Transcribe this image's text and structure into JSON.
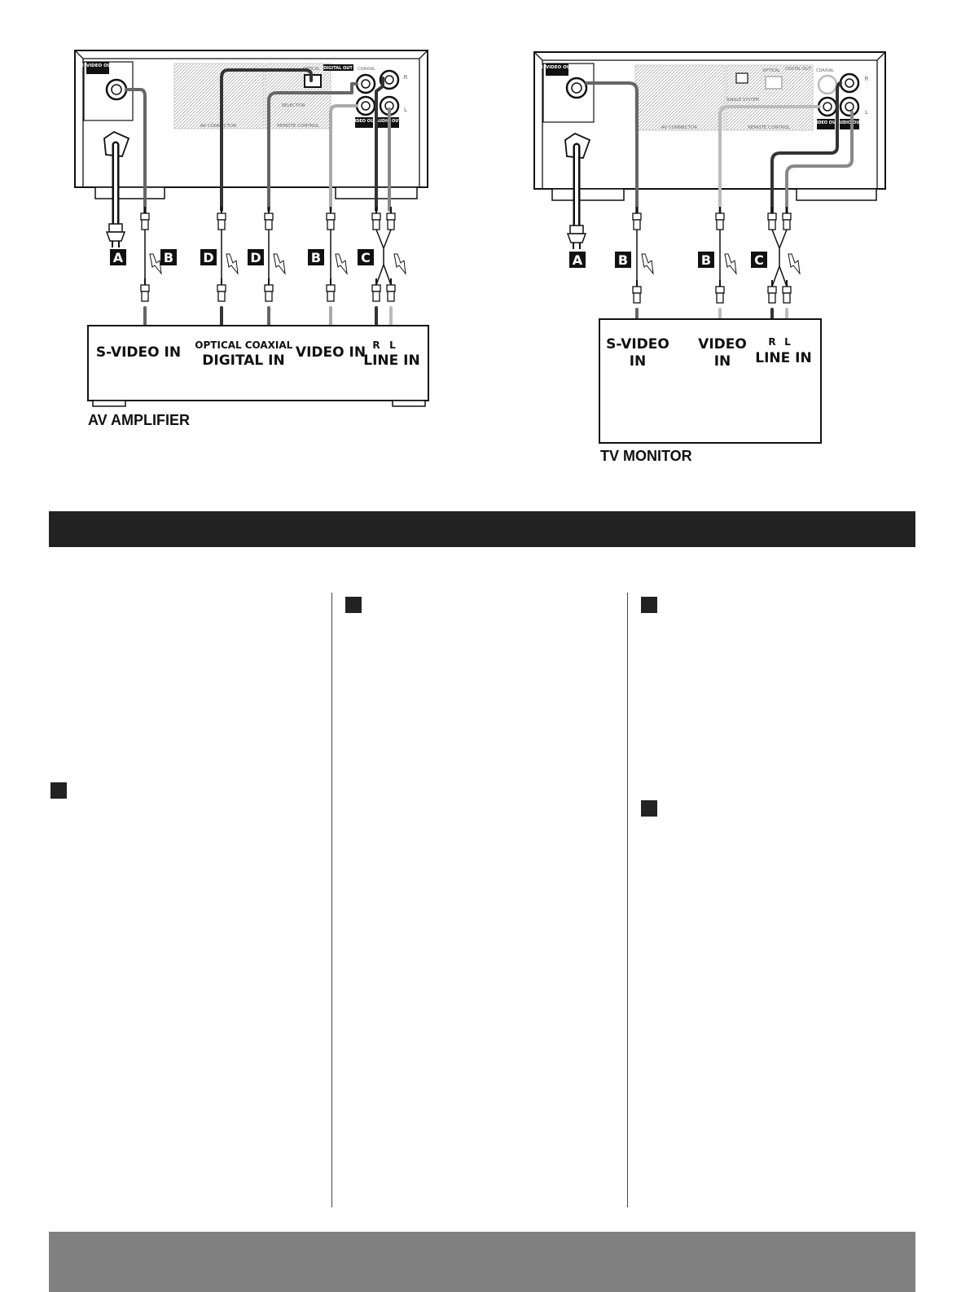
{
  "colors": {
    "ink": "#111111",
    "cable_dark": "#333333",
    "cable_mid": "#666666",
    "cable_light": "#aaaaaa",
    "cable_lighter": "#bbbbbb",
    "bar_dark": "#222222",
    "bar_grey": "#808080"
  },
  "panel_labels": {
    "s_video_out": "S-VIDEO OUT",
    "optical": "OPTICAL",
    "digital_out": "DIGITAL OUT",
    "coaxial": "COAXIAL",
    "av_connector": "AV CONNECTOR",
    "remote_control": "REMOTE CONTROL",
    "video_out": "VIDEO OUT",
    "audio_out": "AUDIO OUT",
    "r": "R",
    "l": "L",
    "selector": "SELECTOR",
    "single_system": "SINGLE  SYSTEM"
  },
  "left_diagram": {
    "device_caption": "AV AMPLIFIER",
    "badges": [
      "A",
      "B",
      "D",
      "D",
      "B",
      "C"
    ],
    "inputs": {
      "s_video_in": "S-VIDEO IN",
      "optical": "OPTICAL",
      "coaxial": "COAXIAL",
      "digital_in": "DIGITAL IN",
      "video_in": "VIDEO IN",
      "r": "R",
      "l": "L",
      "line_in": "LINE IN"
    }
  },
  "right_diagram": {
    "device_caption": "TV MONITOR",
    "badges": [
      "A",
      "B",
      "B",
      "C"
    ],
    "inputs": {
      "s_video": "S-VIDEO",
      "s_video_in": "IN",
      "video": "VIDEO",
      "video_in": "IN",
      "r": "R",
      "l": "L",
      "line_in": "LINE IN"
    }
  }
}
